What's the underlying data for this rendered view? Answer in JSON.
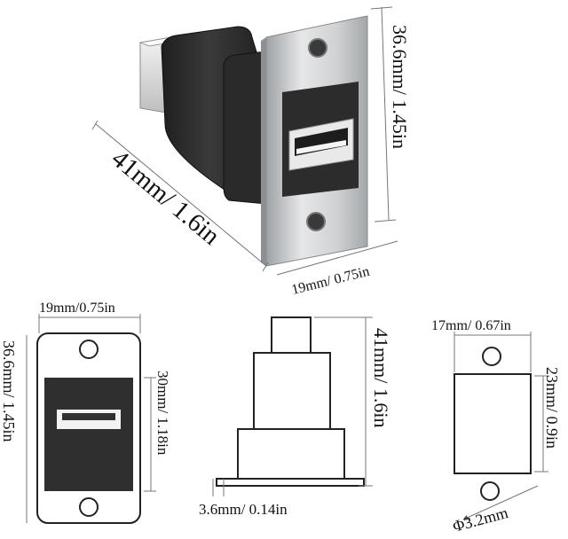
{
  "product_view": {
    "length_label": "41mm/ 1.6in",
    "height_label": "36.6mm/ 1.45in",
    "width_label": "19mm/ 0.75in"
  },
  "front_view": {
    "width_label": "19mm/0.75in",
    "height_label": "36.6mm/ 1.45in",
    "inner_label": "30mm/ 1.18in"
  },
  "side_view": {
    "length_label": "41mm/ 1.6in",
    "flange_label": "3.6mm/ 0.14in"
  },
  "panel_view": {
    "width_label": "17mm/ 0.67in",
    "height_label": "23mm/ 0.9in",
    "hole_label": "Φ3.2mm"
  },
  "colors": {
    "body": "#2f2f2f",
    "plate": "#c9cbcd",
    "port_white": "#f2f2f2"
  }
}
